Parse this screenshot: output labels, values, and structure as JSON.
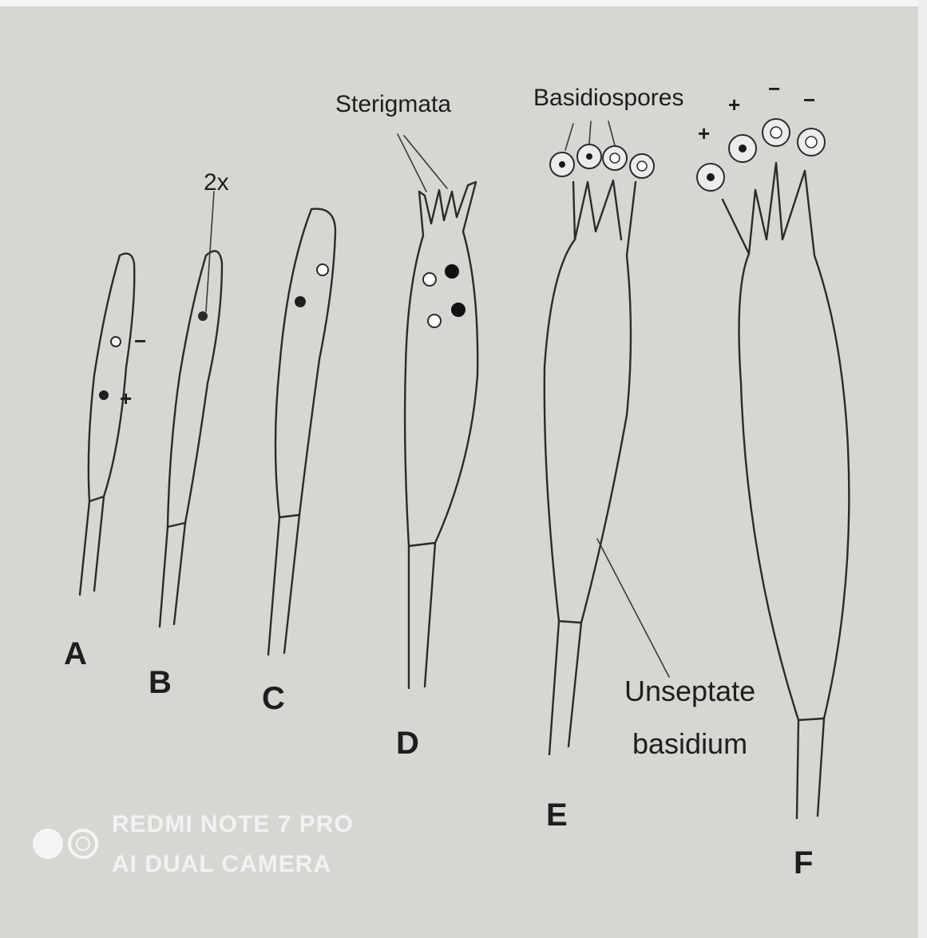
{
  "figure": {
    "stages": [
      "A",
      "B",
      "C",
      "D",
      "E",
      "F"
    ],
    "annotations": {
      "sterigmata": "Sterigmata",
      "basidiospores": "Basidiospores",
      "two_x": "2x",
      "unseptate_basidium_line1": "Unseptate",
      "unseptate_basidium_line2": "basidium"
    },
    "nuclei_signs": {
      "a_minus": "−",
      "a_plus": "+",
      "f_plus_1": "+",
      "f_plus_2": "+",
      "f_minus_1": "−",
      "f_minus_2": "−"
    }
  },
  "watermark": {
    "line1": "REDMI NOTE 7 PRO",
    "line2": "AI DUAL CAMERA"
  },
  "colors": {
    "paper": "#d9d9d6",
    "ink": "#2b2b2b"
  }
}
